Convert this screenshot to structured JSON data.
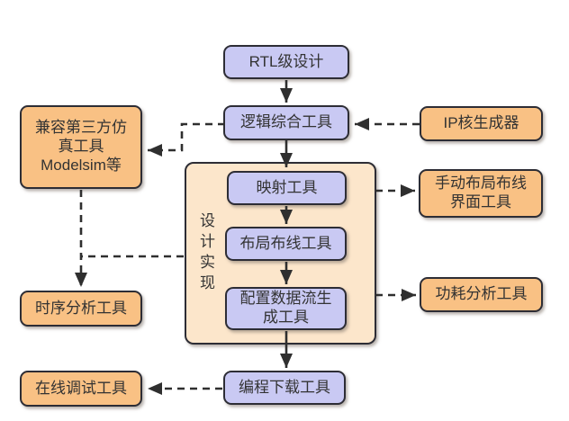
{
  "diagram": {
    "background": "#ffffff",
    "colors": {
      "purple_fill": "#c9c9f3",
      "orange_fill": "#f9c184",
      "group_fill": "#fce6cb",
      "border": "#2d2d35",
      "line": "#2f2f2f",
      "text": "#333333"
    },
    "nodes": {
      "rtl_design": {
        "label": "RTL级设计"
      },
      "logic_synthesis": {
        "label": "逻辑综合工具"
      },
      "ip_core_generator": {
        "label": "IP核生成器"
      },
      "third_party_sim": {
        "lines": [
          "兼容第三方仿",
          "真工具",
          "Modelsim等"
        ]
      },
      "design_implementation": {
        "label": "设计实现"
      },
      "mapping_tool": {
        "label": "映射工具"
      },
      "place_route_tool": {
        "label": "布局布线工具"
      },
      "bitstream_tool": {
        "lines": [
          "配置数据流生",
          "成工具"
        ]
      },
      "manual_pr_tool": {
        "lines": [
          "手动布局布线",
          "界面工具"
        ]
      },
      "power_analysis_tool": {
        "label": "功耗分析工具"
      },
      "timing_analysis_tool": {
        "label": "时序分析工具"
      },
      "online_debug_tool": {
        "label": "在线调试工具"
      },
      "program_download_tool": {
        "label": "编程下载工具"
      }
    },
    "edges": [
      {
        "from": "rtl_design",
        "to": "logic_synthesis",
        "style": "solid"
      },
      {
        "from": "ip_core_generator",
        "to": "logic_synthesis",
        "style": "dashed"
      },
      {
        "from": "logic_synthesis",
        "to": "third_party_sim",
        "style": "dashed"
      },
      {
        "from": "logic_synthesis",
        "to": "mapping_tool",
        "style": "solid"
      },
      {
        "from": "mapping_tool",
        "to": "place_route_tool",
        "style": "solid"
      },
      {
        "from": "place_route_tool",
        "to": "bitstream_tool",
        "style": "solid"
      },
      {
        "from": "design_implementation",
        "to": "manual_pr_tool",
        "style": "dashed"
      },
      {
        "from": "design_implementation",
        "to": "power_analysis_tool",
        "style": "dashed"
      },
      {
        "from": "design_implementation",
        "to": "timing_analysis_tool",
        "style": "dashed"
      },
      {
        "from": "third_party_sim",
        "to": "timing_analysis_tool",
        "style": "dashed"
      },
      {
        "from": "bitstream_tool",
        "to": "program_download_tool",
        "style": "solid"
      },
      {
        "from": "program_download_tool",
        "to": "online_debug_tool",
        "style": "dashed"
      }
    ]
  }
}
